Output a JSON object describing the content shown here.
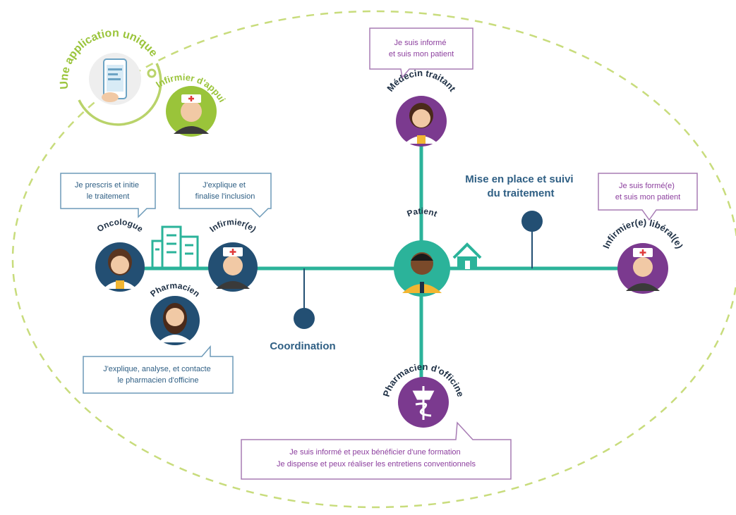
{
  "colors": {
    "teal": "#2bb39a",
    "navy": "#234f73",
    "purple": "#7b3a8f",
    "green": "#9ac43a",
    "blue_text": "#2f5f84",
    "purple_text": "#8c3f9e",
    "skin": "#f1c9a5",
    "ellipse": "#b9d36a"
  },
  "app_label": "Une application unique",
  "app_icon": "smartphone-app-icon",
  "roles": {
    "oncologue": "Oncologue",
    "infirmier_hop": "Infirmier(e)",
    "pharmacien": "Pharmacien",
    "patient": "Patient",
    "medecin": "Médecin traitant",
    "infirmier_lib": "Infirmier(e) libéral(e)",
    "pharmacien_off": "Pharmacien d'officine",
    "infirmier_app": "Infirmier d'appui"
  },
  "bubbles": {
    "oncologue": [
      "Je prescris et initie",
      "le traitement"
    ],
    "infirmier_hop": [
      "J'explique et",
      "finalise l'inclusion"
    ],
    "pharmacien": [
      "J'explique, analyse, et contacte",
      "le pharmacien d'officine"
    ],
    "medecin": [
      "Je suis informé",
      "et suis mon patient"
    ],
    "infirmier_lib": [
      "Je suis formé(e)",
      "et suis mon patient"
    ],
    "pharmacien_off": [
      "Je suis informé et peux bénéficier d'une formation",
      "Je dispense et peux réaliser les entretiens conventionnels"
    ]
  },
  "phases": {
    "coordination": "Coordination",
    "mise_en_place": [
      "Mise en place et suivi",
      "du traitement"
    ]
  },
  "icons": {
    "hospital": "hospital-building-icon",
    "home": "home-icon",
    "caduceus": "caduceus-icon"
  }
}
